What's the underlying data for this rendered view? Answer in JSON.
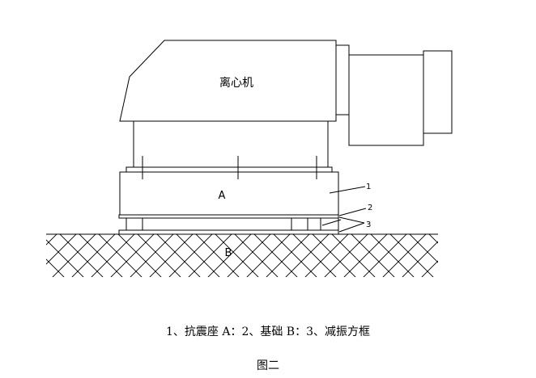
{
  "diagram": {
    "machine_label": "离心机",
    "seat_label": "A",
    "foundation_label": "B",
    "callouts": [
      "1",
      "2",
      "3"
    ],
    "legend": "1、抗震座 A：2、基础 B：3、减振方框",
    "figure_title": "图二"
  },
  "colors": {
    "stroke": "#000000",
    "background": "#ffffff"
  }
}
